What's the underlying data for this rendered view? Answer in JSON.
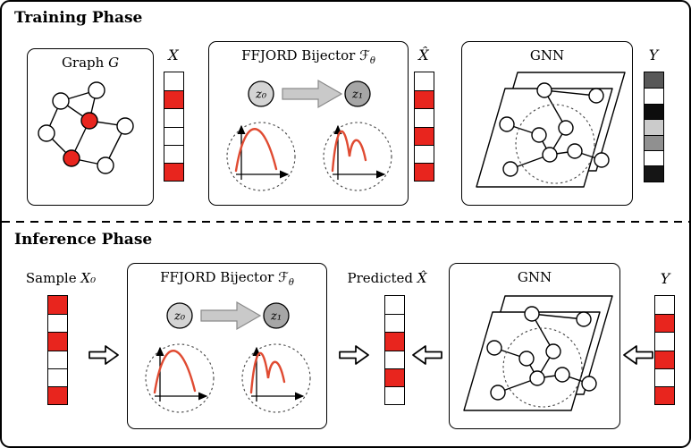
{
  "palette": {
    "red": "#e8251e",
    "curve_red": "#e04b32",
    "z0_fill": "#d4d4d4",
    "z1_fill": "#a6a6a6"
  },
  "training": {
    "phase_title": "Training Phase",
    "graph_title_prefix": "Graph",
    "graph_title_var": "G",
    "x_label": "X",
    "x_cells": [
      "white",
      "red",
      "white",
      "white",
      "white",
      "red"
    ],
    "ffjord_title_prefix": "FFJORD Bijector",
    "ffjord_symbol": "ℱ",
    "ffjord_symbol_sub": "θ",
    "z0_label": "z₀",
    "z1_label": "z₁",
    "xhat_label": "X̂",
    "xhat_cells": [
      "white",
      "red",
      "white",
      "red",
      "white",
      "red"
    ],
    "gnn_title": "GNN",
    "y_label": "Y",
    "y_cells": [
      "#585858",
      "#ffffff",
      "#0d0d0d",
      "#cbcbcb",
      "#909090",
      "#ffffff",
      "#151515"
    ]
  },
  "inference": {
    "phase_title": "Inference Phase",
    "sample_label_prefix": "Sample",
    "sample_label_var": "X₀",
    "x0_cells": [
      "red",
      "white",
      "red",
      "white",
      "white",
      "red"
    ],
    "ffjord_title_prefix": "FFJORD Bijector",
    "ffjord_symbol": "ℱ",
    "ffjord_symbol_sub": "θ",
    "z0_label": "z₀",
    "z1_label": "z₁",
    "predicted_label_prefix": "Predicted",
    "predicted_label_var": "X̂",
    "xhat_cells": [
      "white",
      "white",
      "red",
      "white",
      "red",
      "white"
    ],
    "gnn_title": "GNN",
    "y_label": "Y",
    "y_cells": [
      "white",
      "red",
      "white",
      "red",
      "white",
      "red"
    ]
  }
}
